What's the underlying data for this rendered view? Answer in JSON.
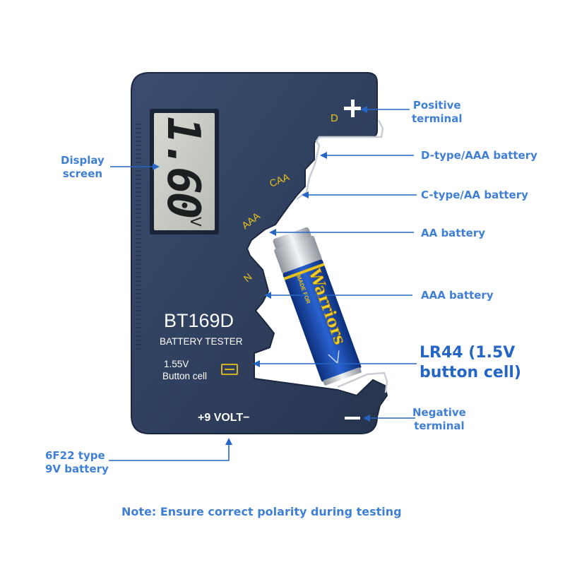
{
  "device": {
    "model": "BT169D",
    "subtitle": "BATTERY TESTER",
    "lcd_reading": "1.60",
    "lcd_unit": "V",
    "slot_d": "D",
    "slot_caa": "CAA",
    "slot_aaa": "AAA",
    "slot_n": "N",
    "button_voltage": "1.55V",
    "button_label": "Button cell",
    "nine_volt": "+9 VOLT−"
  },
  "battery": {
    "brand": "Warriors",
    "band_text": "MADE FOR"
  },
  "callouts": {
    "display": "Display\nscreen",
    "positive": "Positive\nterminal",
    "d_type": "D-type/AAA battery",
    "c_type": "C-type/AA battery",
    "aa": "AA battery",
    "aaa": "AAA battery",
    "lr44": "LR44 (1.5V\nbutton cell)",
    "negative": "Negative\nterminal",
    "six_f22": "6F22 type\n9V battery"
  },
  "note": "Note: Ensure correct polarity during testing",
  "colors": {
    "body": "#2e3f5e",
    "lcd": "#c9ccc6",
    "label_yellow": "#e8c31c",
    "callout_blue": "#3f7fd4",
    "battery_blue": "#1d4fb8"
  }
}
